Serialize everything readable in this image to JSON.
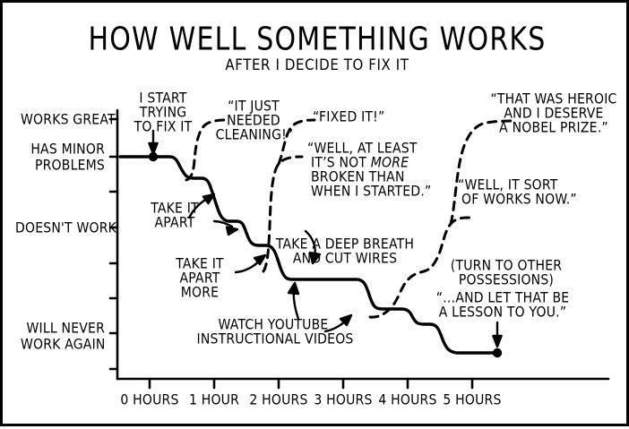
{
  "title": "HOW WELL SOMETHING WORKS",
  "subtitle": "AFTER I DECIDE TO FIX IT",
  "colors": {
    "ink": "#000000",
    "paper": "#ffffff"
  },
  "axes": {
    "y_labels": [
      "WORKS GREAT",
      "HAS MINOR",
      "PROBLEMS",
      "DOESN'T WORK",
      "WILL NEVER",
      "WORK AGAIN"
    ],
    "x_labels": [
      "0 HOURS",
      "1 HOUR",
      "2 HOURS",
      "3 HOURS",
      "4 HOURS",
      "5 HOURS"
    ]
  },
  "annotations": {
    "start_1": "I START",
    "start_2": "TRYING",
    "start_3": "TO FIX IT",
    "cleaning_1": "“IT JUST",
    "cleaning_2": "NEEDED",
    "cleaning_3": "CLEANING!”",
    "fixed": "“FIXED IT!”",
    "atleast_1": "“WELL, AT LEAST",
    "atleast_2a": "IT’S NOT ",
    "atleast_2b": "MORE",
    "atleast_3": "BROKEN THAN",
    "atleast_4": "WHEN I STARTED.”",
    "heroic_1": "“THAT WAS HEROIC",
    "heroic_2": "AND I DESERVE",
    "heroic_3": "A NOBEL PRIZE.”",
    "sortof_1": "“WELL, IT SORT",
    "sortof_2": "OF WORKS NOW.”",
    "apart_1": "TAKE IT",
    "apart_2": "APART",
    "apartmore_1": "TAKE IT",
    "apartmore_2": "APART",
    "apartmore_3": "MORE",
    "wires_1": "TAKE A DEEP BREATH",
    "wires_2": "AND CUT WIRES",
    "youtube_1": "WATCH YOUTUBE",
    "youtube_2": "INSTRUCTIONAL VIDEOS",
    "lesson_1": "(TURN TO OTHER",
    "lesson_2": "POSSESSIONS)",
    "lesson_3": "“…AND LET THAT BE",
    "lesson_4": "A LESSON TO YOU.”"
  },
  "chart_data": {
    "type": "line",
    "title": "HOW WELL SOMETHING WORKS",
    "subtitle": "AFTER I DECIDE TO FIX IT",
    "xlabel": "",
    "ylabel": "",
    "grid": false,
    "legend": "none",
    "x_tick_labels": [
      "0 HOURS",
      "1 HOUR",
      "2 HOURS",
      "3 HOURS",
      "4 HOURS",
      "5 HOURS"
    ],
    "x_tick_values": [
      0,
      1,
      2,
      3,
      4,
      5
    ],
    "xlim": [
      -0.45,
      6.4
    ],
    "y_tick_labels": [
      "WORKS GREAT",
      "",
      "HAS MINOR PROBLEMS",
      "",
      "DOESN'T WORK",
      "",
      "",
      "WILL NEVER WORK AGAIN"
    ],
    "y_axis_levels": [
      {
        "name": "WORKS GREAT",
        "value": 7
      },
      {
        "name": "HAS MINOR PROBLEMS",
        "value": 6
      },
      {
        "name": "DOESN'T WORK",
        "value": 4
      },
      {
        "name": "WILL NEVER WORK AGAIN",
        "value": 1
      }
    ],
    "ylim": [
      0.1,
      7.6
    ],
    "series": [
      {
        "name": "actual-state (solid)",
        "style": "solid",
        "points": [
          {
            "x": 0.0,
            "y": 6.0
          },
          {
            "x": 0.45,
            "y": 6.0
          },
          {
            "x": 0.62,
            "y": 5.42
          },
          {
            "x": 0.95,
            "y": 5.42
          },
          {
            "x": 1.12,
            "y": 4.15
          },
          {
            "x": 1.3,
            "y": 4.15
          },
          {
            "x": 1.45,
            "y": 3.55
          },
          {
            "x": 1.95,
            "y": 3.55
          },
          {
            "x": 2.2,
            "y": 2.55
          },
          {
            "x": 3.1,
            "y": 2.55
          },
          {
            "x": 3.32,
            "y": 1.78
          },
          {
            "x": 3.85,
            "y": 1.78
          },
          {
            "x": 4.05,
            "y": 1.52
          },
          {
            "x": 4.55,
            "y": 1.52
          },
          {
            "x": 4.8,
            "y": 0.76
          },
          {
            "x": 5.45,
            "y": 0.76
          }
        ],
        "markers": [
          {
            "x": 0.55,
            "y": 6.0,
            "label": "I START TRYING TO FIX IT"
          },
          {
            "x": 5.45,
            "y": 0.76,
            "label": "…AND LET THAT BE A LESSON TO YOU."
          }
        ]
      },
      {
        "name": "optimistic-claim-1 (dashed)",
        "style": "dashed",
        "points": [
          {
            "x": 0.8,
            "y": 5.42
          },
          {
            "x": 0.95,
            "y": 6.6
          },
          {
            "x": 1.35,
            "y": 7.02
          }
        ],
        "annotation": "“IT JUST NEEDED CLEANING!”"
      },
      {
        "name": "optimistic-claim-2 (dashed)",
        "style": "dashed",
        "points": [
          {
            "x": 2.28,
            "y": 2.55
          },
          {
            "x": 2.45,
            "y": 4.55
          },
          {
            "x": 2.7,
            "y": 6.02
          },
          {
            "x": 2.95,
            "y": 6.02
          },
          {
            "x": 3.05,
            "y": 7.02
          },
          {
            "x": 3.35,
            "y": 7.05
          }
        ],
        "annotations": [
          "“FIXED IT!”",
          "“WELL, AT LEAST IT’S NOT MORE BROKEN THAN WHEN I STARTED.”"
        ]
      },
      {
        "name": "optimistic-claim-3 (dashed)",
        "style": "dashed",
        "points": [
          {
            "x": 3.95,
            "y": 1.78
          },
          {
            "x": 4.35,
            "y": 2.58
          },
          {
            "x": 4.65,
            "y": 4.58
          },
          {
            "x": 4.9,
            "y": 4.58
          },
          {
            "x": 5.05,
            "y": 6.55
          },
          {
            "x": 5.45,
            "y": 7.02
          },
          {
            "x": 5.95,
            "y": 7.05
          }
        ],
        "annotations": [
          "“THAT WAS HEROIC AND I DESERVE A NOBEL PRIZE.”",
          "“WELL, IT SORT OF WORKS NOW.”"
        ]
      }
    ],
    "inline_annotations": [
      "TAKE IT APART",
      "TAKE IT APART MORE",
      "TAKE A DEEP BREATH AND CUT WIRES",
      "WATCH YOUTUBE INSTRUCTIONAL VIDEOS",
      "(TURN TO OTHER POSSESSIONS)"
    ]
  }
}
